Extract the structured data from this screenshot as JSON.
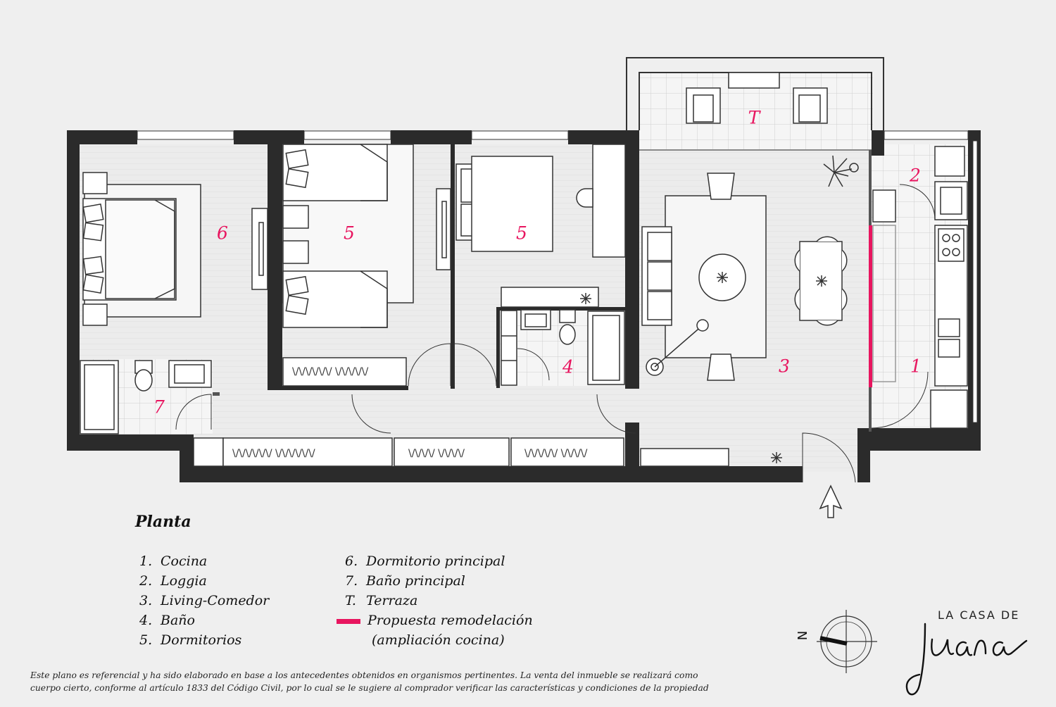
{
  "rooms": {
    "r6": "6",
    "r5a": "5",
    "r5b": "5",
    "r3": "3",
    "rT": "T",
    "r2": "2",
    "r1": "1",
    "r4": "4",
    "r7": "7"
  },
  "legend": {
    "title": "Planta",
    "items_left": [
      {
        "num": "1.",
        "label": "Cocina"
      },
      {
        "num": "2.",
        "label": "Loggia"
      },
      {
        "num": "3.",
        "label": "Living-Comedor"
      },
      {
        "num": "4.",
        "label": "Baño"
      },
      {
        "num": "5.",
        "label": "Dormitorios"
      }
    ],
    "items_right": [
      {
        "num": "6.",
        "label": "Dormitorio principal"
      },
      {
        "num": "7.",
        "label": "Baño principal"
      },
      {
        "num": "T.",
        "label": "Terraza"
      }
    ],
    "remodel_line1": "Propuesta remodelación",
    "remodel_line2": "(ampliación cocina)"
  },
  "compass": {
    "north_letter": "N"
  },
  "brand": {
    "top": "LA CASA DE",
    "signature": "Juana"
  },
  "disclaimer": {
    "line1": "Este plano es referencial y ha sido elaborado en base a los antecedentes obtenidos en organismos pertinentes.  La venta del inmueble se realizará como",
    "line2": "cuerpo cierto, conforme al artículo 1833 del Código Civil, por lo cual se le sugiere al comprador verificar las características y condiciones de la propiedad"
  },
  "colors": {
    "accent": "#e8155f",
    "wall": "#2b2b2b",
    "background": "#efefef"
  }
}
